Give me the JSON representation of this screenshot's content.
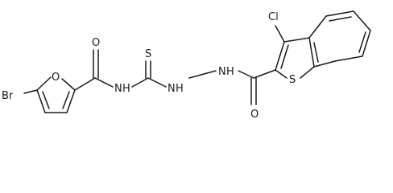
{
  "molecule": {
    "atoms": {
      "br": "Br",
      "o_furan": "O",
      "o_amide1": "O",
      "nh1": "N",
      "h_nh1": "H",
      "s_thio": "S",
      "nh2": "N",
      "h_nh2": "H",
      "nh3": "N",
      "h_nh3": "H",
      "o_amide2": "O",
      "s_ring": "S",
      "cl": "Cl"
    }
  }
}
